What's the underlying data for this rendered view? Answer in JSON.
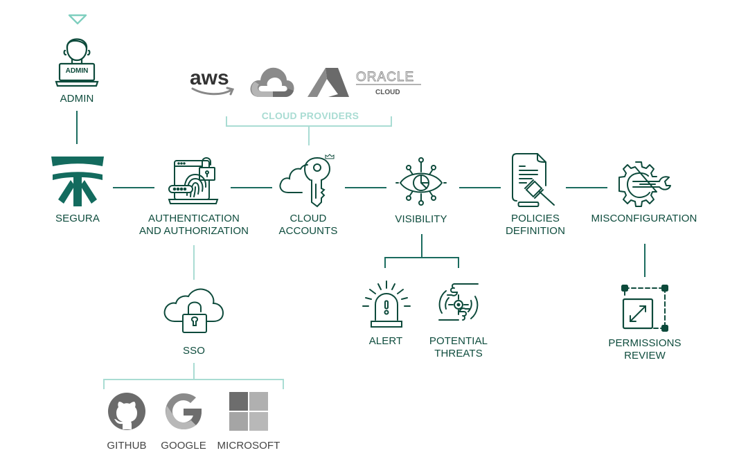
{
  "colors": {
    "primary_dark": "#0d4a3b",
    "brand_teal": "#136b5e",
    "connector": "#1a6b5e",
    "light_connector": "#a9dcd3",
    "logo_grey": "#7a7a7a"
  },
  "admin": {
    "label": "ADMIN",
    "screen_text": "ADMIN",
    "icon": "admin-laptop-icon"
  },
  "cloud_providers": {
    "label": "CLOUD PROVIDERS",
    "items": [
      {
        "name": "aws",
        "text": "aws",
        "icon": "aws-logo"
      },
      {
        "name": "google-cloud",
        "icon": "google-cloud-logo"
      },
      {
        "name": "azure",
        "icon": "azure-logo"
      },
      {
        "name": "oracle-cloud",
        "text": "ORACLE",
        "subtext": "CLOUD",
        "icon": "oracle-cloud-logo"
      }
    ]
  },
  "flow": [
    {
      "id": "segura",
      "label": "SEGURA",
      "icon": "segura-logo"
    },
    {
      "id": "auth",
      "label": "AUTHENTICATION\nAND AUTHORIZATION",
      "icon": "fingerprint-laptop-lock-icon"
    },
    {
      "id": "cloud-accounts",
      "label": "CLOUD\nACCOUNTS",
      "icon": "cloud-key-icon"
    },
    {
      "id": "visibility",
      "label": "VISIBILITY",
      "icon": "eye-network-icon"
    },
    {
      "id": "policies",
      "label": "POLICIES\nDEFINITION",
      "icon": "document-gavel-icon"
    },
    {
      "id": "misconfig",
      "label": "MISCONFIGURATION",
      "icon": "gear-wrench-icon"
    }
  ],
  "sso": {
    "label": "SSO",
    "icon": "cloud-padlock-icon",
    "providers": [
      {
        "name": "github",
        "label": "GITHUB",
        "icon": "github-logo"
      },
      {
        "name": "google",
        "label": "GOOGLE",
        "icon": "google-logo"
      },
      {
        "name": "microsoft",
        "label": "MICROSOFT",
        "icon": "microsoft-logo"
      }
    ]
  },
  "visibility_children": [
    {
      "id": "alert",
      "label": "ALERT",
      "icon": "siren-alert-icon"
    },
    {
      "id": "threats",
      "label": "POTENTIAL\nTHREATS",
      "icon": "hands-target-icon"
    }
  ],
  "permissions": {
    "label": "PERMISSIONS\nREVIEW",
    "icon": "resize-square-icon"
  }
}
